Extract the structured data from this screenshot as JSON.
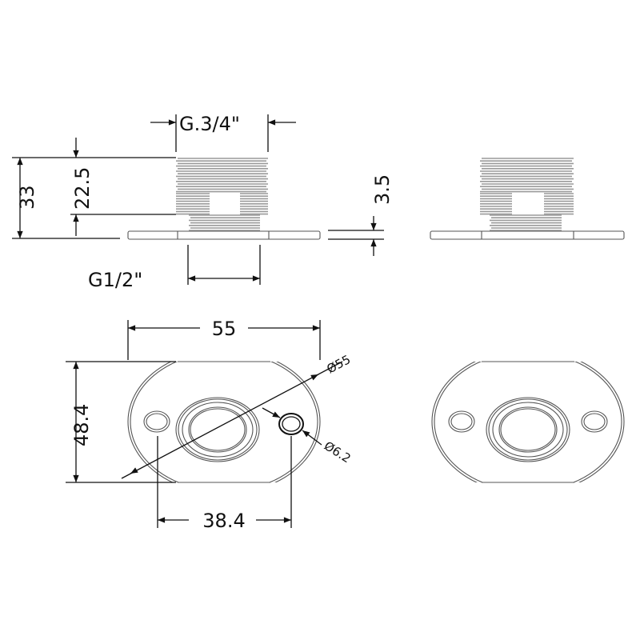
{
  "drawing": {
    "stroke_color": "#111111",
    "part_color": "#555555",
    "thread_color": "#9a9a9a",
    "dimensions": {
      "top_thread": "G.3/4\"",
      "overall_height": "33",
      "thread_length": "22.5",
      "plate_thickness": "3.5",
      "bottom_thread": "G1/2\"",
      "plate_width": "55",
      "outer_diameter": "Ø55",
      "plate_height": "48.4",
      "hole_diameter": "Ø6.2",
      "hole_spacing": "38.4"
    }
  }
}
